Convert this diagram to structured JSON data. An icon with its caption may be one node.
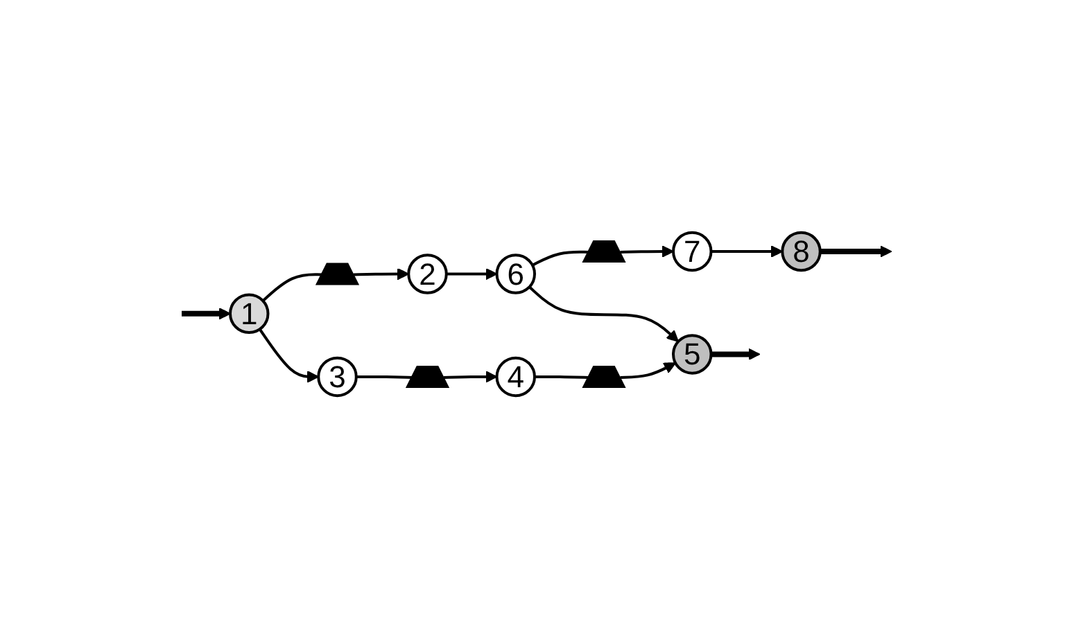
{
  "diagram": {
    "nodes": [
      {
        "text": [
          "1"
        ]
      },
      {
        "text": [],
        "shape": "trapezoid"
      },
      {
        "text": [
          "2"
        ]
      },
      {
        "text": [
          "3"
        ]
      },
      {
        "text": [
          "6"
        ]
      },
      {
        "text": [],
        "shape": "trapezoid"
      },
      {
        "text": [
          "7"
        ]
      },
      {
        "text": [
          "8"
        ]
      },
      {
        "text": [],
        "shape": "trapezoid"
      },
      {
        "text": [
          "4"
        ]
      },
      {
        "text": [],
        "shape": "trapezoid"
      },
      {
        "text": [
          "5"
        ]
      }
    ],
    "edges": [
      {
        "from": null,
        "to": 0,
        "arrow": "to",
        "style": "thick"
      },
      {
        "from": 0,
        "to": 1,
        "arrow": "none"
      },
      {
        "from": 1,
        "to": 2,
        "arrow": "to"
      },
      {
        "from": 0,
        "to": 3,
        "arrow": "to"
      },
      {
        "from": 2,
        "to": 4,
        "arrow": "to"
      },
      {
        "from": 4,
        "to": 5,
        "arrow": "none"
      },
      {
        "from": 5,
        "to": 6,
        "arrow": "to"
      },
      {
        "from": 6,
        "to": 7,
        "arrow": "to"
      },
      {
        "from": 7,
        "to": null,
        "arrow": "to",
        "style": "thick"
      },
      {
        "from": 3,
        "to": 8,
        "arrow": "none"
      },
      {
        "from": 8,
        "to": 9,
        "arrow": "to"
      },
      {
        "from": 9,
        "to": 10,
        "arrow": "none"
      },
      {
        "from": 10,
        "to": 11,
        "arrow": "to"
      },
      {
        "from": 4,
        "to": 11,
        "arrow": "to"
      },
      {
        "from": 11,
        "to": null,
        "arrow": "to",
        "style": "thick"
      }
    ]
  }
}
